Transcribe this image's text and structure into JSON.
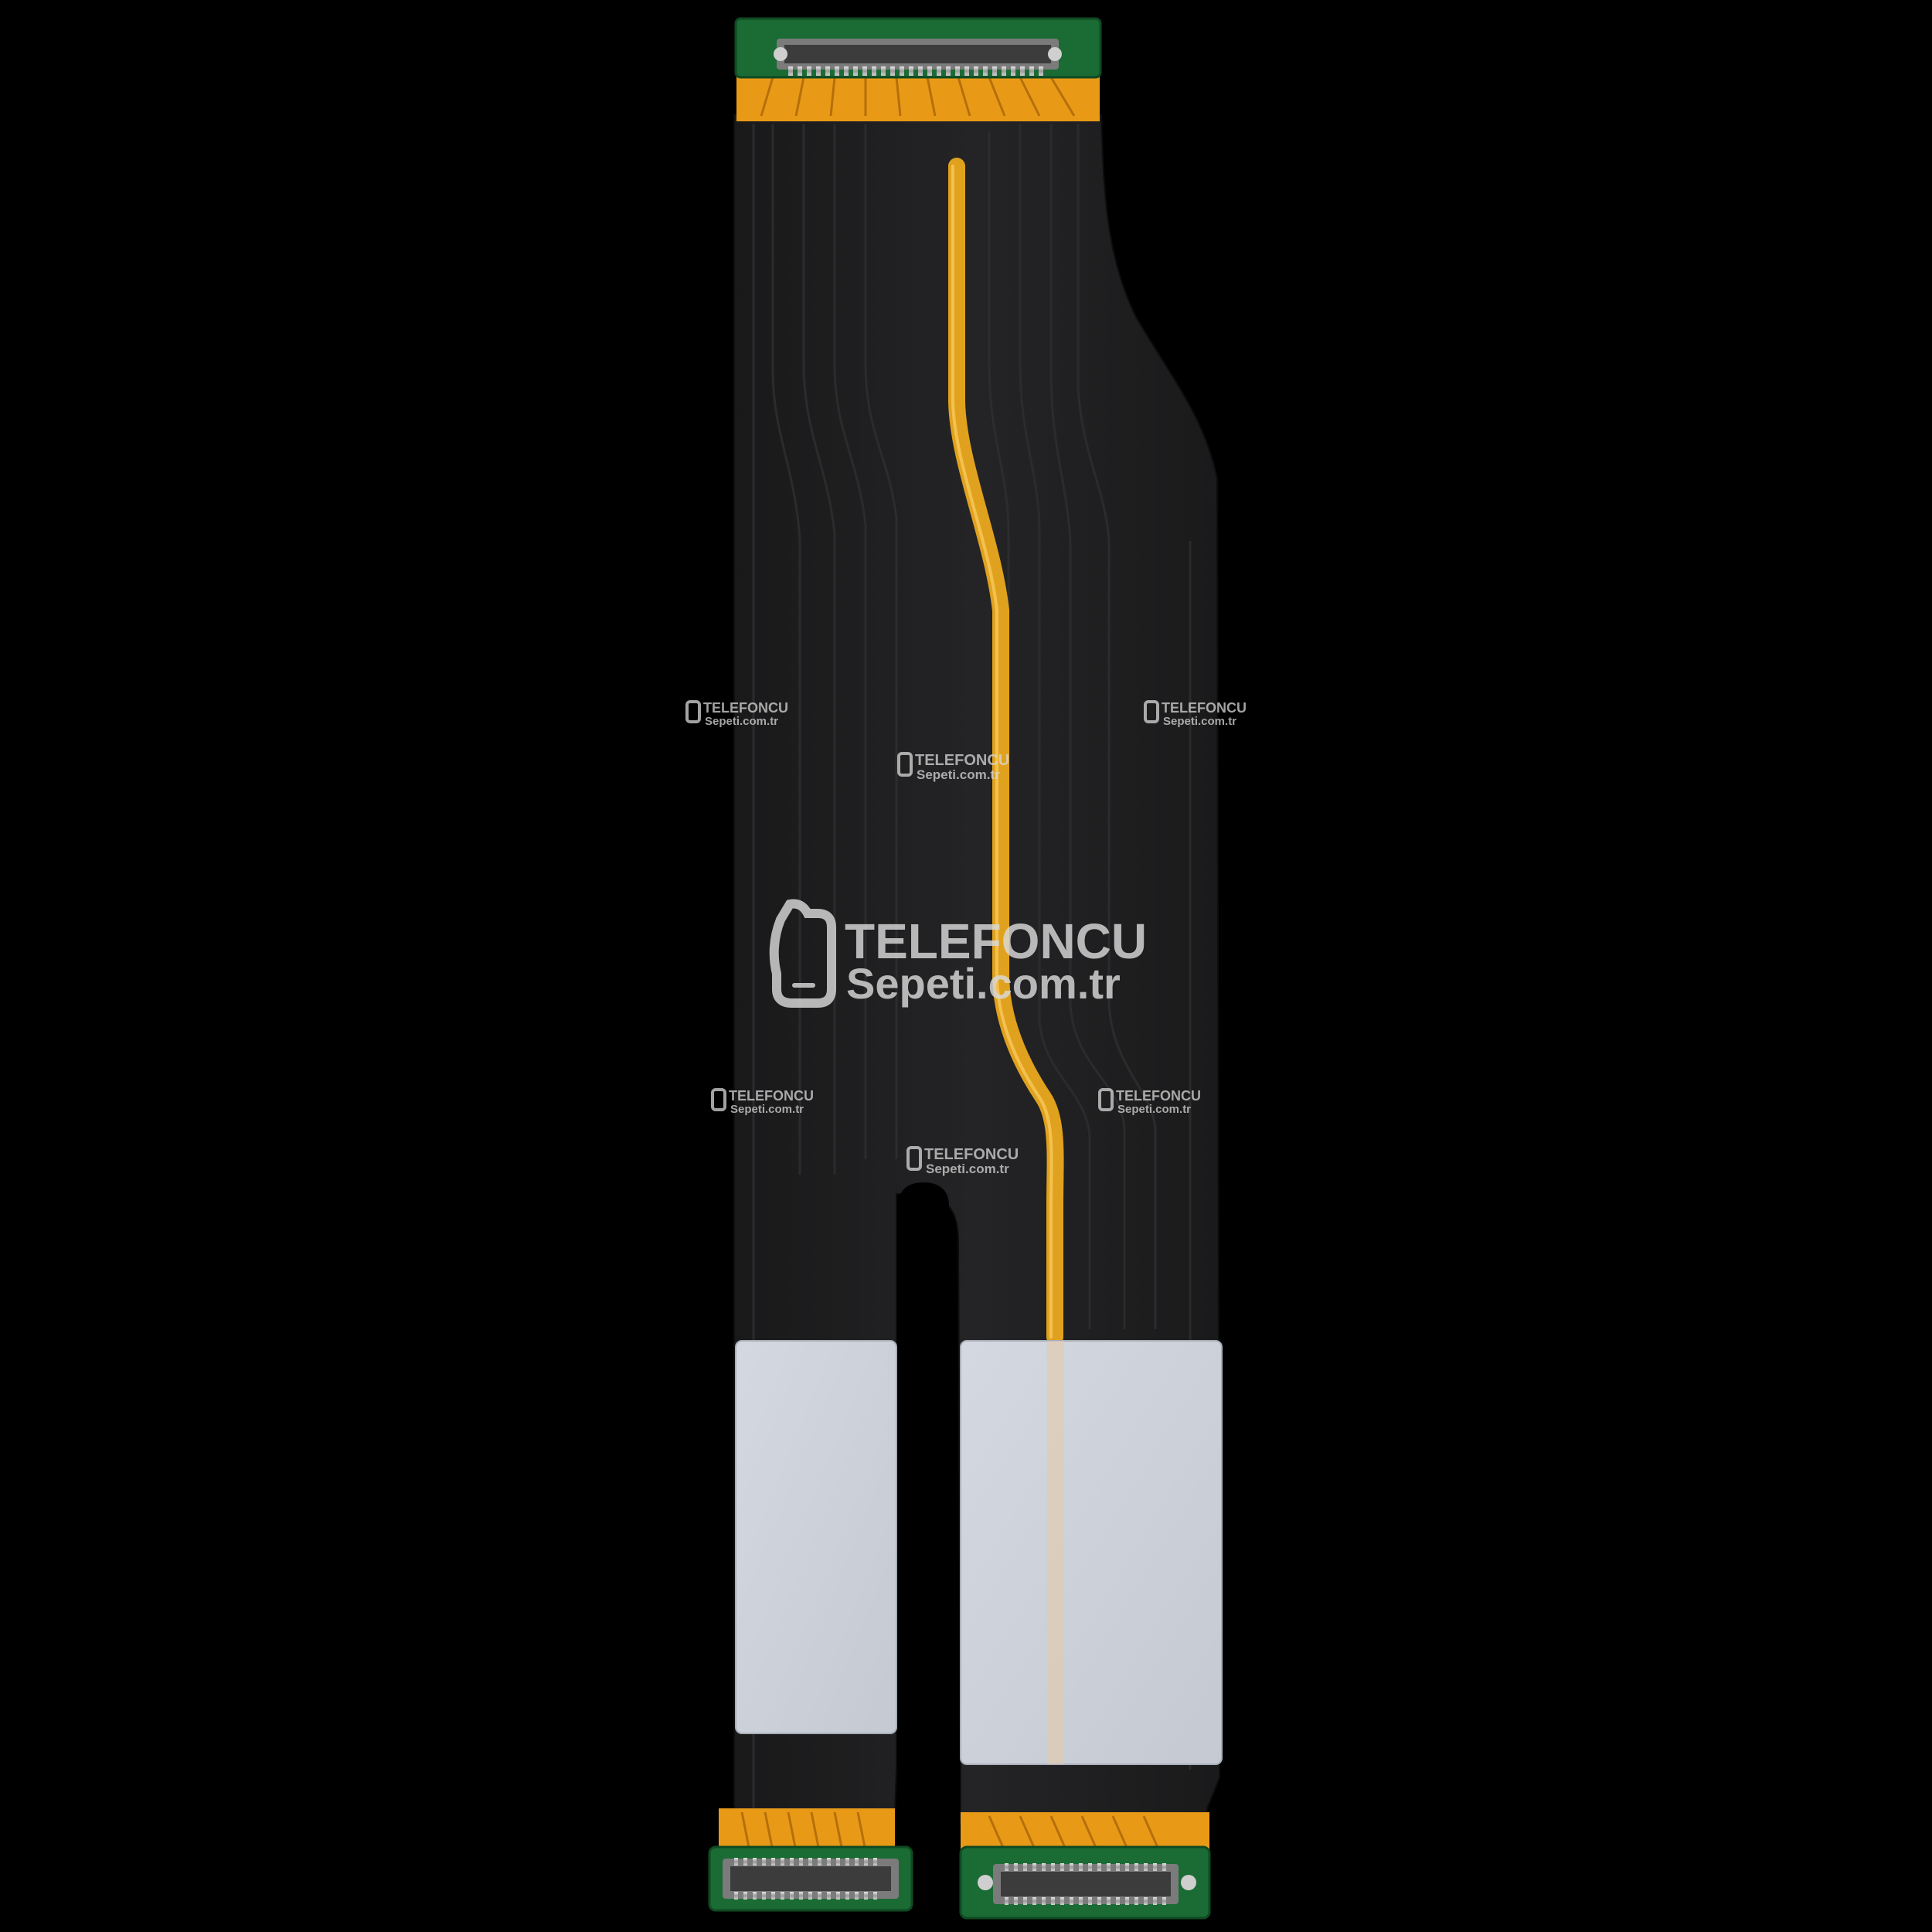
{
  "image": {
    "subject": "flex-cable",
    "background_color": "#000000"
  },
  "colors": {
    "cable_body": "#1f1f20",
    "cable_ridge": "#2c2c2e",
    "copper_trace": "#e0a21e",
    "copper_trace_dark": "#b87a10",
    "stiffener_orange": "#e89a17",
    "pcb_green": "#1b6b34",
    "connector_metal": "#b9b9b9",
    "shield_sticker": "#cfd3dc",
    "watermark": "#d9d9d9"
  },
  "watermark": {
    "brand_line": "TELEFONCU",
    "domain_line": "Sepeti.com.tr",
    "icon": "phone-leaf-logo-icon"
  }
}
